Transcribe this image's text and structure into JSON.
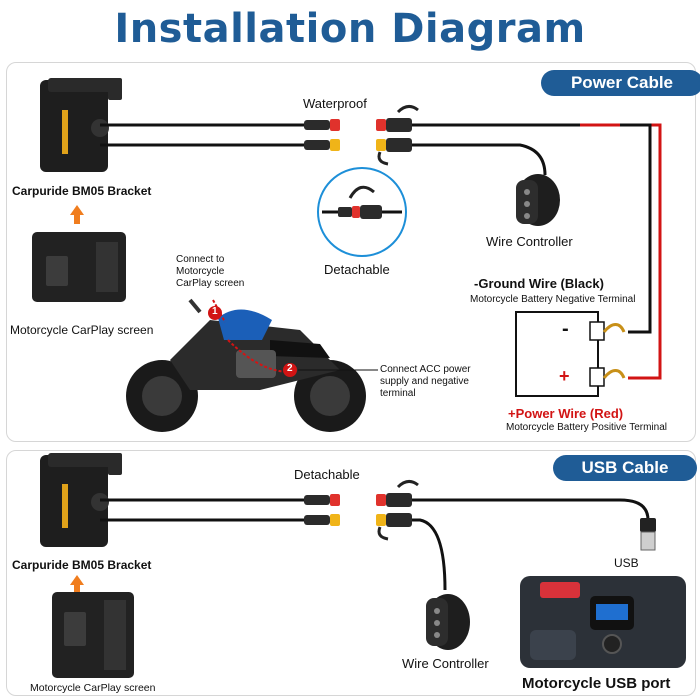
{
  "title": "Installation Diagram",
  "power_section": {
    "badge": "Power Cable",
    "waterproof_label": "Waterproof",
    "detachable_label": "Detachable",
    "wire_controller_label": "Wire Controller",
    "bracket_label": "Carpuride BM05 Bracket",
    "screen_label": "Motorcycle CarPlay screen",
    "connect_screen_label": "Connect to Motorcycle CarPlay screen",
    "connect_acc_label": "Connect ACC power supply and negative terminal",
    "marker_1": "1",
    "marker_2": "2",
    "ground_title": "-Ground Wire (Black)",
    "ground_sub": "Motorcycle Battery Negative Terminal",
    "power_title": "+Power Wire (Red)",
    "power_sub": "Motorcycle Battery Positive Terminal",
    "minus_sign": "-",
    "plus_sign": "+"
  },
  "usb_section": {
    "badge": "USB Cable",
    "detachable_label": "Detachable",
    "usb_label": "USB",
    "wire_controller_label": "Wire Controller",
    "bracket_label": "Carpuride BM05 Bracket",
    "screen_label": "Motorcycle CarPlay screen",
    "usb_port_label": "Motorcycle USB port"
  },
  "colors": {
    "title_blue": "#1f5c96",
    "cable_red": "#d21414",
    "connector_red": "#e0322c",
    "connector_yellow": "#f0b418",
    "arrow_orange": "#f07d1e",
    "accent_blue": "#1d8fd8"
  }
}
